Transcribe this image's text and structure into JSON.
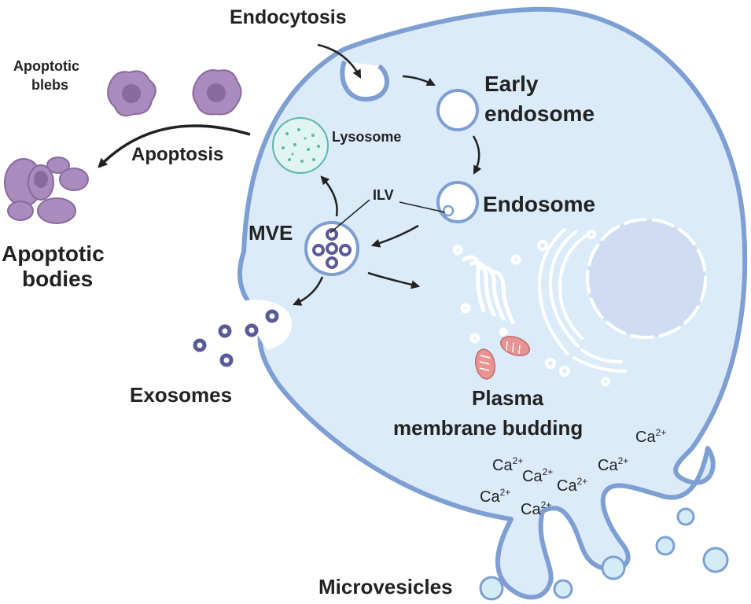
{
  "labels": {
    "endocytosis": "Endocytosis",
    "early_endosome_line1": "Early",
    "early_endosome_line2": "endosome",
    "endosome": "Endosome",
    "lysosome": "Lysosome",
    "ilv": "ILV",
    "mve": "MVE",
    "apoptosis": "Apoptosis",
    "apoptotic_blebs_line1": "Apoptotic",
    "apoptotic_blebs_line2": "blebs",
    "apoptotic_bodies_line1": "Apoptotic",
    "apoptotic_bodies_line2": "bodies",
    "exosomes": "Exosomes",
    "plasma_budding_line1": "Plasma",
    "plasma_budding_line2": "membrane budding",
    "microvesicles": "Microvesicles"
  },
  "calcium": {
    "base": "Ca",
    "charge": "2+"
  },
  "colors": {
    "cell_fill": "#dcebfa",
    "membrane": "#7d9fd3",
    "vesicle_fill": "#ffffff",
    "exosome": "#5a5a9a",
    "apoptotic": "#a98bbd",
    "apoptotic_dark": "#8a6a9e",
    "lysosome_fill": "#e0f4f1",
    "lysosome_stroke": "#5bb8aa",
    "mito": "#e99393",
    "nucleus": "#cfdcf2",
    "arrow": "#222222",
    "microvesicle": "#d4ebf8"
  }
}
